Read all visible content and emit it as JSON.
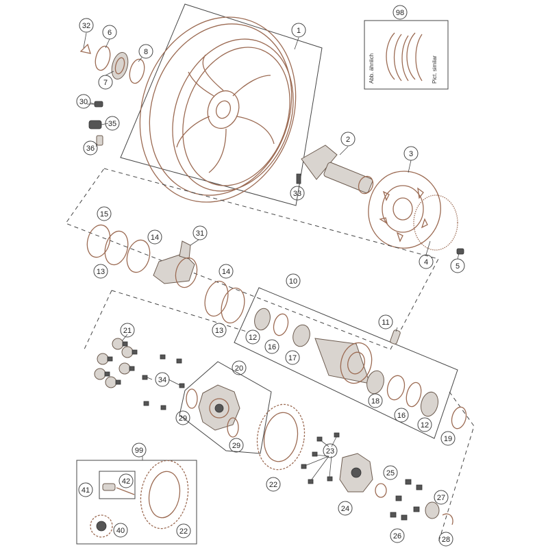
{
  "diagram": {
    "callouts": [
      "1",
      "2",
      "3",
      "4",
      "5",
      "6",
      "7",
      "8",
      "10",
      "11",
      "12",
      "13",
      "14",
      "15",
      "16",
      "17",
      "18",
      "19",
      "20",
      "21",
      "22",
      "23",
      "24",
      "25",
      "26",
      "27",
      "28",
      "29",
      "30",
      "31",
      "32",
      "33",
      "34",
      "35",
      "36",
      "40",
      "41",
      "42",
      "98",
      "99"
    ],
    "inset_98": {
      "left_label": "Abb. ähnlich",
      "right_label": "Pict. similar"
    }
  }
}
